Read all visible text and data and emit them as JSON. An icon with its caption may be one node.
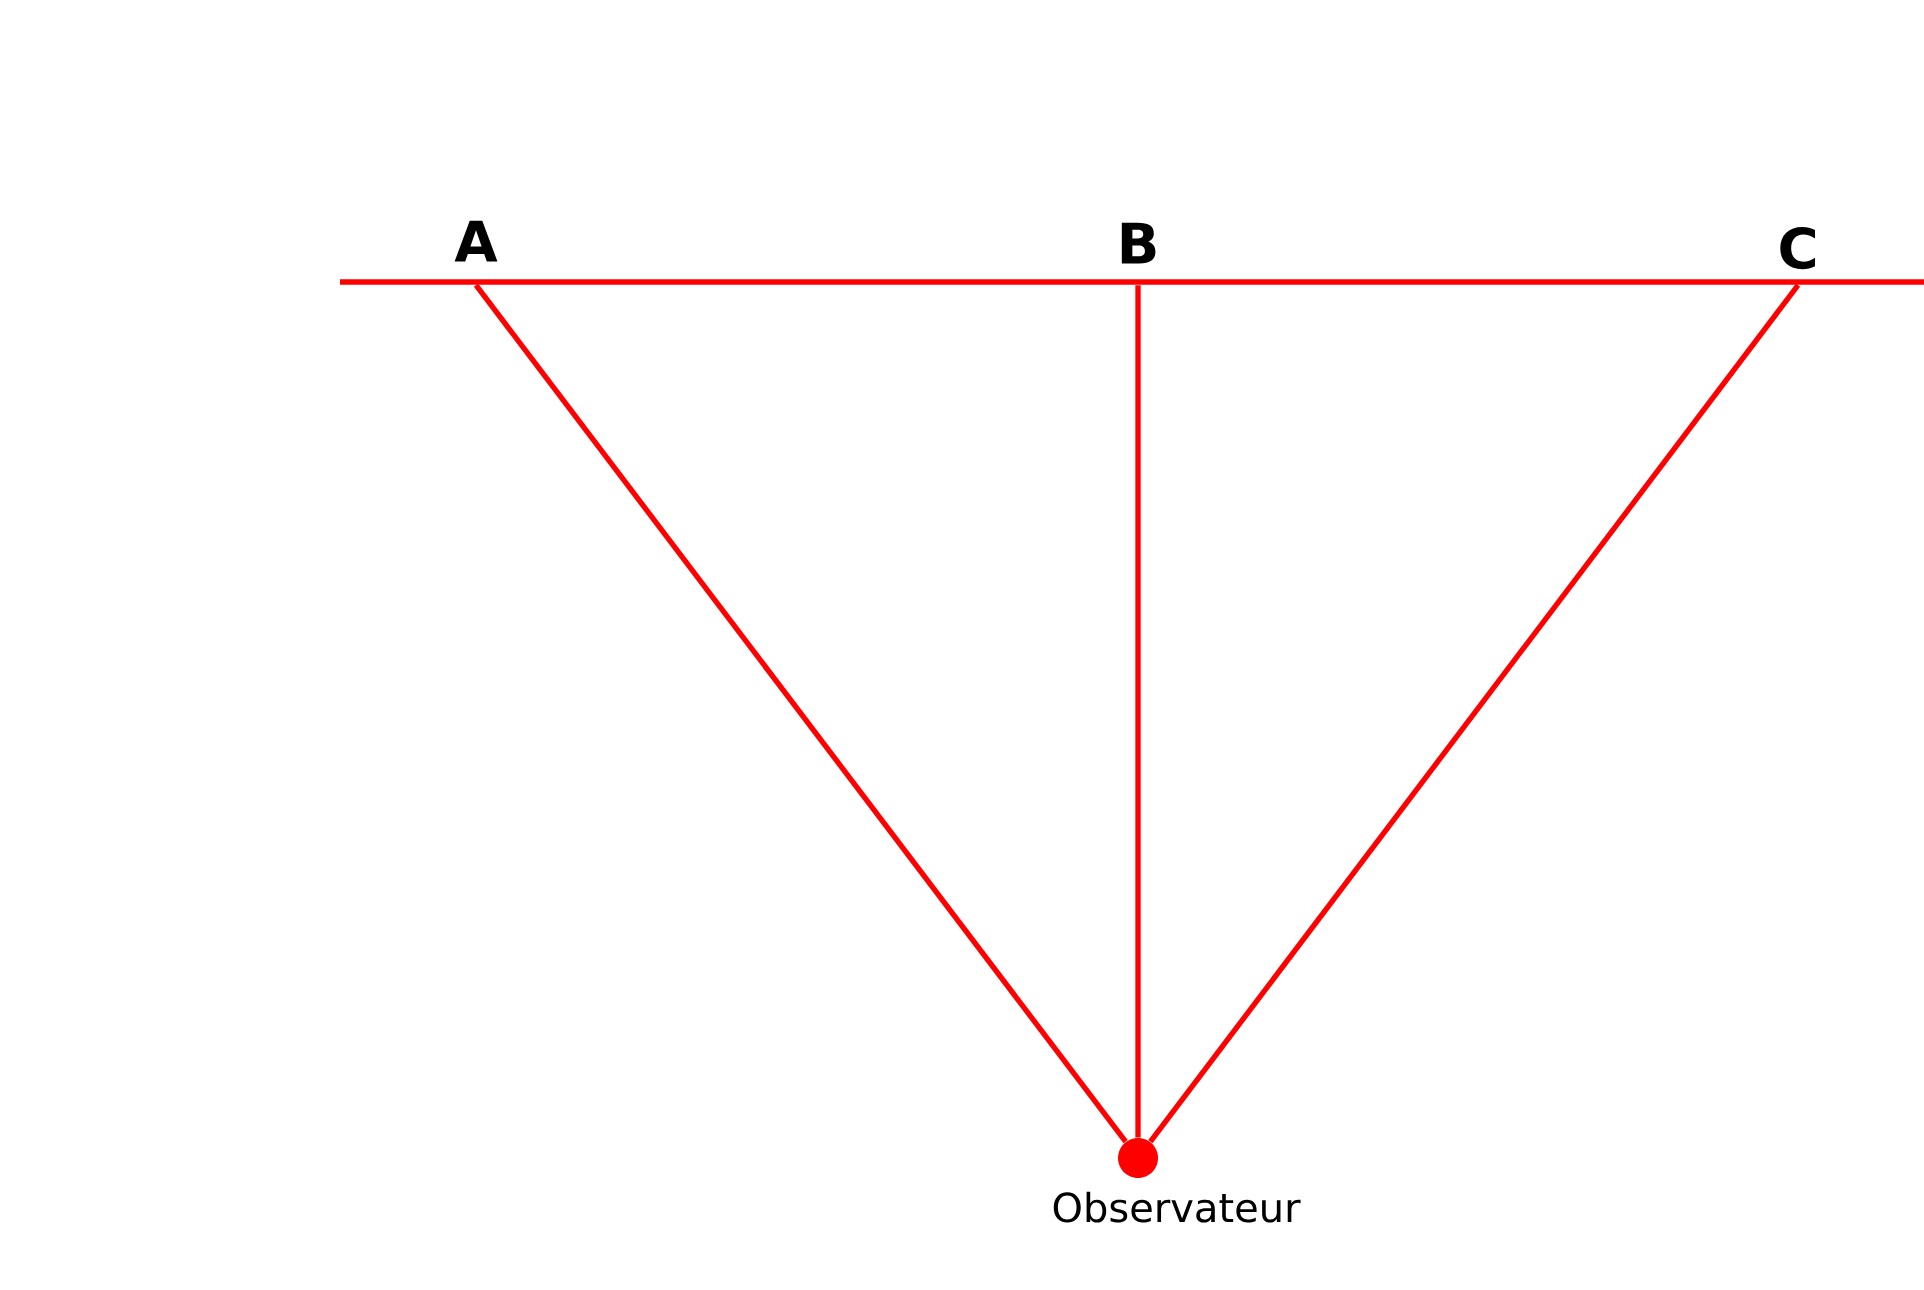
{
  "diagram": {
    "nodes": [
      {
        "text": [
          "A"
        ]
      },
      {
        "text": [
          "B"
        ]
      },
      {
        "text": [
          "C"
        ]
      },
      {
        "text": [],
        "shape": "circle",
        "beside": [
          "Observateur"
        ]
      }
    ],
    "edges": [
      {
        "from": 3,
        "to": 0,
        "arrow": "none"
      },
      {
        "from": 3,
        "to": 1,
        "arrow": "none"
      },
      {
        "from": 3,
        "to": 2,
        "arrow": "none"
      }
    ]
  }
}
